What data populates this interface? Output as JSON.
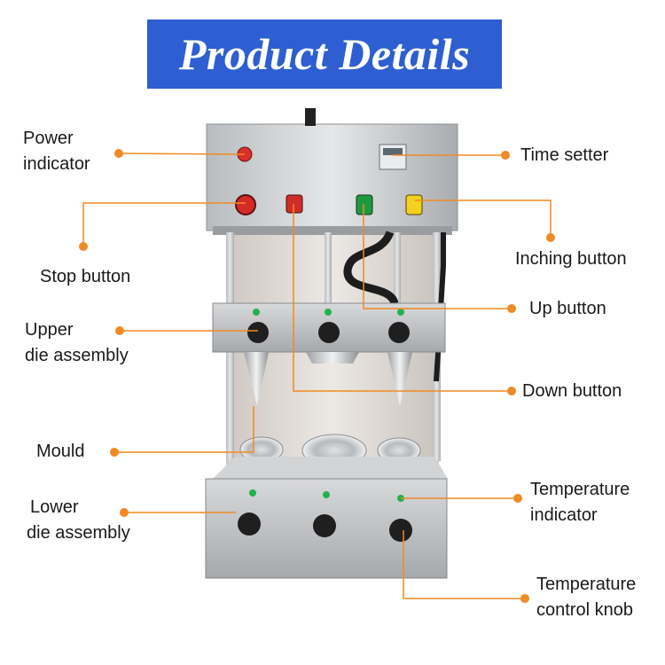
{
  "banner": {
    "title": "Product Details",
    "color": "#2d5fd2"
  },
  "accent_color": "#f08a24",
  "labels": {
    "power_indicator": {
      "line1": "Power",
      "line2": "indicator"
    },
    "time_setter": {
      "line1": "Time setter"
    },
    "stop_button": {
      "line1": "Stop button"
    },
    "inching_button": {
      "line1": "Inching button"
    },
    "up_button": {
      "line1": "Up button"
    },
    "upper_die": {
      "line1": "Upper",
      "line2": "die assembly"
    },
    "down_button": {
      "line1": "Down button"
    },
    "mould": {
      "line1": "Mould"
    },
    "temperature_indicator": {
      "line1": "Temperature",
      "line2": "indicator"
    },
    "lower_die": {
      "line1": "Lower",
      "line2": "die assembly"
    },
    "temperature_knob": {
      "line1": "Temperature",
      "line2": "control knob"
    }
  }
}
